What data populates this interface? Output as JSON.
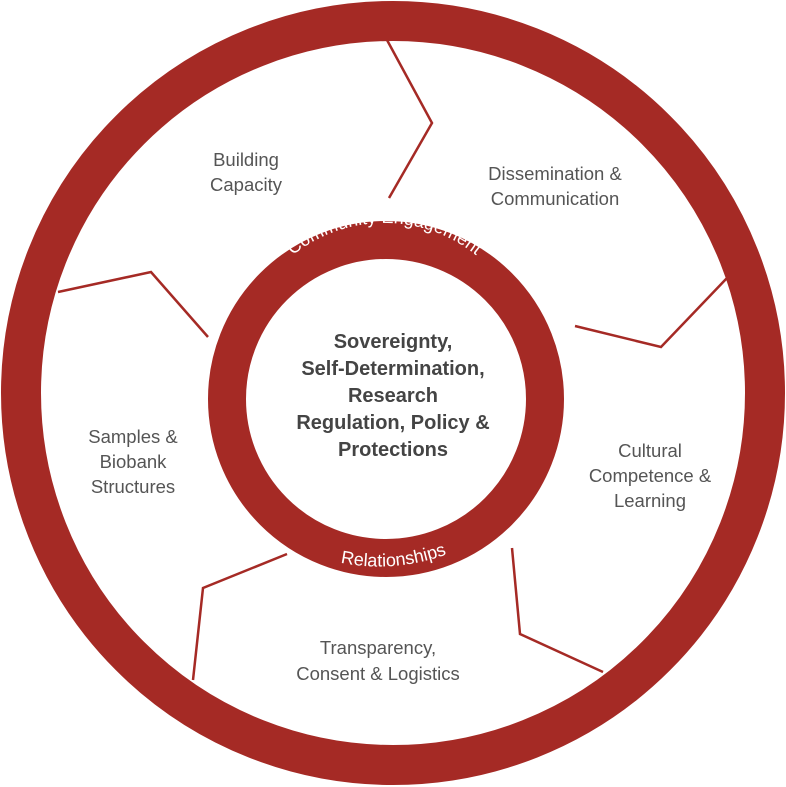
{
  "colors": {
    "ring": "#A52A25",
    "segment_text": "#555555",
    "center_text": "#444444",
    "ring_text": "#ffffff",
    "background": "#ffffff"
  },
  "center": {
    "lines": [
      "Sovereignty,",
      "Self-Determination,",
      "Research",
      "Regulation, Policy &",
      "Protections"
    ]
  },
  "inner_ring": {
    "top_label": "Community Engagement",
    "bottom_label": "Relationships"
  },
  "segments": [
    {
      "id": "building-capacity",
      "lines": [
        "Building",
        "Capacity"
      ]
    },
    {
      "id": "dissemination-communication",
      "lines": [
        "Dissemination &",
        "Communication"
      ]
    },
    {
      "id": "cultural-competence-learning",
      "lines": [
        "Cultural",
        "Competence &",
        "Learning"
      ]
    },
    {
      "id": "transparency-consent-logistics",
      "lines": [
        "Transparency,",
        "Consent & Logistics"
      ]
    },
    {
      "id": "samples-biobank-structures",
      "lines": [
        "Samples &",
        "Biobank",
        "Structures"
      ]
    }
  ]
}
